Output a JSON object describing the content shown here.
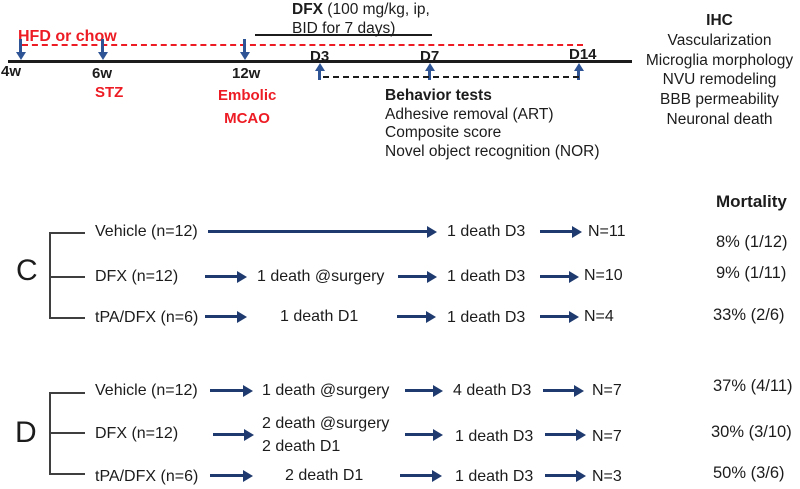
{
  "colors": {
    "red": "#ed1c24",
    "navy": "#1f3a6e",
    "blue": "#2e5496",
    "ink": "#1c1c1c",
    "bracket": "#3f3f3f"
  },
  "timeline": {
    "diet_label": "HFD or chow",
    "treatment": {
      "name": "DFX",
      "dose": " (100 mg/kg, ip,",
      "dose_line2": "BID for 7 days)"
    },
    "weeks": {
      "w4": "4w",
      "w6": "6w",
      "w12": "12w"
    },
    "events": {
      "stz": "STZ",
      "mcao_line1": "Embolic",
      "mcao_line2": "MCAO"
    },
    "days": {
      "d3": "D3",
      "d7": "D7",
      "d14": "D14"
    },
    "behavior": {
      "title": "Behavior tests",
      "items": [
        "Adhesive removal (ART)",
        "Composite score",
        "Novel object recognition (NOR)"
      ]
    },
    "ihc": {
      "title": "IHC",
      "items": [
        "Vascularization",
        "Microglia morphology",
        "NVU remodeling",
        "BBB permeability",
        "Neuronal death"
      ]
    }
  },
  "flow": {
    "mortality_header": "Mortality",
    "groups": [
      {
        "label": "C",
        "rows": [
          {
            "name": "Vehicle (n=12)",
            "steps": [
              "1 death D3"
            ],
            "n": "N=11",
            "mortality": "8% (1/12)"
          },
          {
            "name": "DFX (n=12)",
            "steps": [
              "1 death @surgery",
              "1 death D3"
            ],
            "n": "N=10",
            "mortality": "9% (1/11)"
          },
          {
            "name": "tPA/DFX (n=6)",
            "steps": [
              "1 death D1",
              "1 death D3"
            ],
            "n": "N=4",
            "mortality": "33% (2/6)"
          }
        ]
      },
      {
        "label": "D",
        "rows": [
          {
            "name": "Vehicle (n=12)",
            "steps": [
              "1 death @surgery",
              "4 death D3"
            ],
            "n": "N=7",
            "mortality": "37% (4/11)"
          },
          {
            "name": "DFX (n=12)",
            "steps": [
              "2 death @surgery",
              "2 death D1",
              "1 death D3"
            ],
            "n": "N=7",
            "mortality": "30% (3/10)"
          },
          {
            "name": "tPA/DFX (n=6)",
            "steps": [
              "2 death D1",
              "1 death D3"
            ],
            "n": "N=3",
            "mortality": "50% (3/6)"
          }
        ]
      }
    ]
  }
}
